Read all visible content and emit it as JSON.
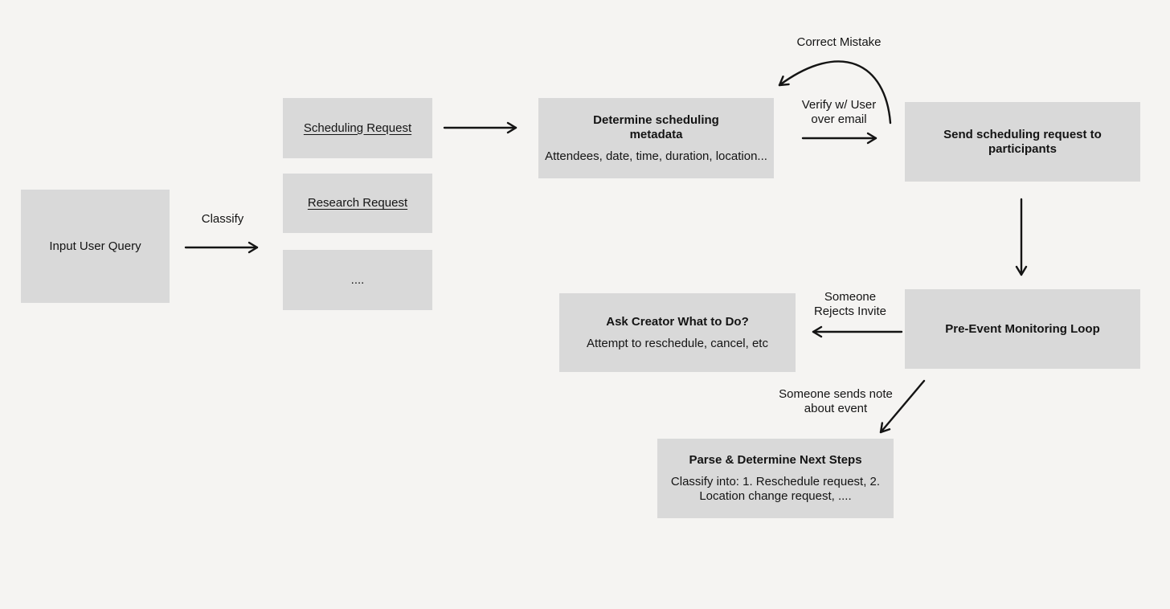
{
  "nodes": {
    "input_user_query": {
      "label": "Input User Query"
    },
    "scheduling_request": {
      "label": "Scheduling Request"
    },
    "research_request": {
      "label": "Research Request"
    },
    "other_requests": {
      "label": "...."
    },
    "determine_metadata": {
      "title": "Determine scheduling metadata",
      "subtitle": "Attendees, date, time, duration, location..."
    },
    "send_request": {
      "title": "Send scheduling request to participants"
    },
    "pre_event_monitoring": {
      "title": "Pre-Event Monitoring Loop"
    },
    "ask_creator": {
      "title": "Ask Creator What to Do?",
      "subtitle": "Attempt to reschedule, cancel, etc"
    },
    "parse_next_steps": {
      "title": "Parse & Determine Next Steps",
      "subtitle": "Classify into: 1. Reschedule request, 2. Location change request, ...."
    }
  },
  "edge_labels": {
    "classify": "Classify",
    "verify_user": "Verify w/ User over email",
    "correct_mistake": "Correct Mistake",
    "someone_rejects": "Someone Rejects Invite",
    "someone_sends_note": "Someone sends note about event"
  },
  "colors": {
    "background": "#f5f4f2",
    "node_fill": "#d9d9d9",
    "line": "#141414",
    "text": "#141414"
  }
}
